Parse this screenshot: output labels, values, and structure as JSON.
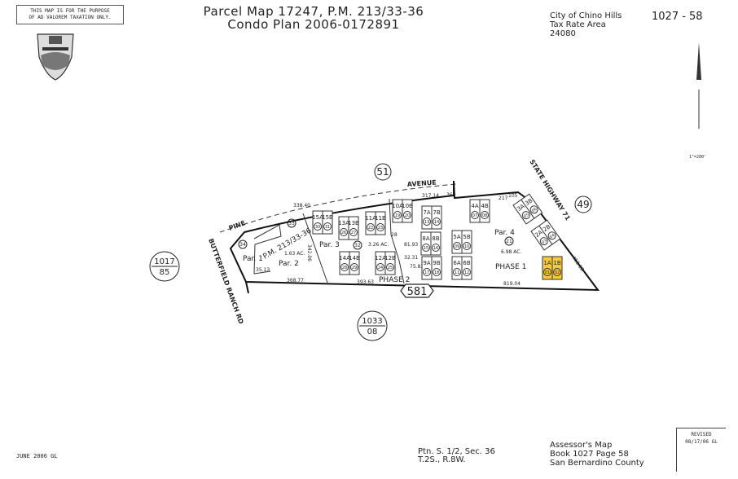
{
  "header": {
    "disclaimer": [
      "THIS MAP IS FOR THE PURPOSE",
      "OF AD VALOREM TAXATION ONLY."
    ],
    "title_line1": "Parcel Map 17247, P.M. 213/33-36",
    "title_line2": "Condo Plan 2006-0172891",
    "city": "City of Chino Hills",
    "tax_rate_area_label": "Tax Rate Area",
    "tax_rate_area": "24080",
    "map_number": "1027 - 58",
    "scale": "1\"=200'"
  },
  "map": {
    "streets": [
      "AVENUE",
      "PINE",
      "BUTTERFIELD RANCH RD",
      "STATE HIGHWAY 71"
    ],
    "route_shield": "581",
    "adjacent_books": [
      {
        "top": "1017",
        "bottom": "85"
      },
      {
        "top": "1033",
        "bottom": "08"
      }
    ],
    "adjacent_pages": [
      "51",
      "49"
    ],
    "parcels": [
      {
        "label": "Par. 1",
        "number": "34"
      },
      {
        "label": "Par. 2",
        "acres": "1.63 AC."
      },
      {
        "label": "Par. 3",
        "number": "32",
        "acres": "3.26 AC."
      },
      {
        "label": "Par. 4",
        "number": "21",
        "acres": "6.98 AC."
      }
    ],
    "pm_label": "P.M. 213/33-36",
    "parcel_33": "33",
    "phases": [
      "PHASE 1",
      "PHASE 2"
    ],
    "dimensions": [
      "338.40",
      "317.14",
      "217",
      "368.77",
      "393.63",
      "819.04",
      "35.13",
      "342.06",
      "81.93",
      "32.31",
      "75.83",
      "453.18",
      "28",
      "36",
      "105"
    ],
    "units": [
      {
        "a": "15A",
        "b": "15B",
        "na": "30",
        "nb": "31",
        "highlight": false
      },
      {
        "a": "13A",
        "b": "13B",
        "na": "26",
        "nb": "27",
        "highlight": false
      },
      {
        "a": "11A",
        "b": "11B",
        "na": "22",
        "nb": "23",
        "highlight": false
      },
      {
        "a": "10A",
        "b": "10B",
        "na": "19",
        "nb": "20",
        "highlight": false
      },
      {
        "a": "7A",
        "b": "7B",
        "na": "13",
        "nb": "14",
        "highlight": false
      },
      {
        "a": "4A",
        "b": "4B",
        "na": "07",
        "nb": "08",
        "highlight": false
      },
      {
        "a": "8A",
        "b": "8B",
        "na": "15",
        "nb": "16",
        "highlight": false
      },
      {
        "a": "5A",
        "b": "5B",
        "na": "09",
        "nb": "10",
        "highlight": false
      },
      {
        "a": "14A",
        "b": "14B",
        "na": "28",
        "nb": "29",
        "highlight": false
      },
      {
        "a": "12A",
        "b": "12B",
        "na": "24",
        "nb": "25",
        "highlight": false
      },
      {
        "a": "9A",
        "b": "9B",
        "na": "17",
        "nb": "18",
        "highlight": false
      },
      {
        "a": "6A",
        "b": "6B",
        "na": "11",
        "nb": "12",
        "highlight": false
      },
      {
        "a": "1A",
        "b": "1B",
        "na": "01",
        "nb": "02",
        "highlight": true
      },
      {
        "a": "3A",
        "b": "3B",
        "na": "05",
        "nb": "06",
        "highlight": false
      },
      {
        "a": "2A",
        "b": "2B",
        "na": "03",
        "nb": "04",
        "highlight": false
      }
    ],
    "highlight_color": "#f5c842"
  },
  "footer": {
    "date_note": "JUNE 2006 GL",
    "ptn_line1": "Ptn. S. 1/2, Sec. 36",
    "ptn_line2": "T.2S., R.8W.",
    "assessor_line1": "Assessor's Map",
    "assessor_line2": "Book 1027 Page 58",
    "assessor_line3": "San Bernardino County",
    "revised_label": "REVISED",
    "revised_date": "08/17/06 GL"
  }
}
